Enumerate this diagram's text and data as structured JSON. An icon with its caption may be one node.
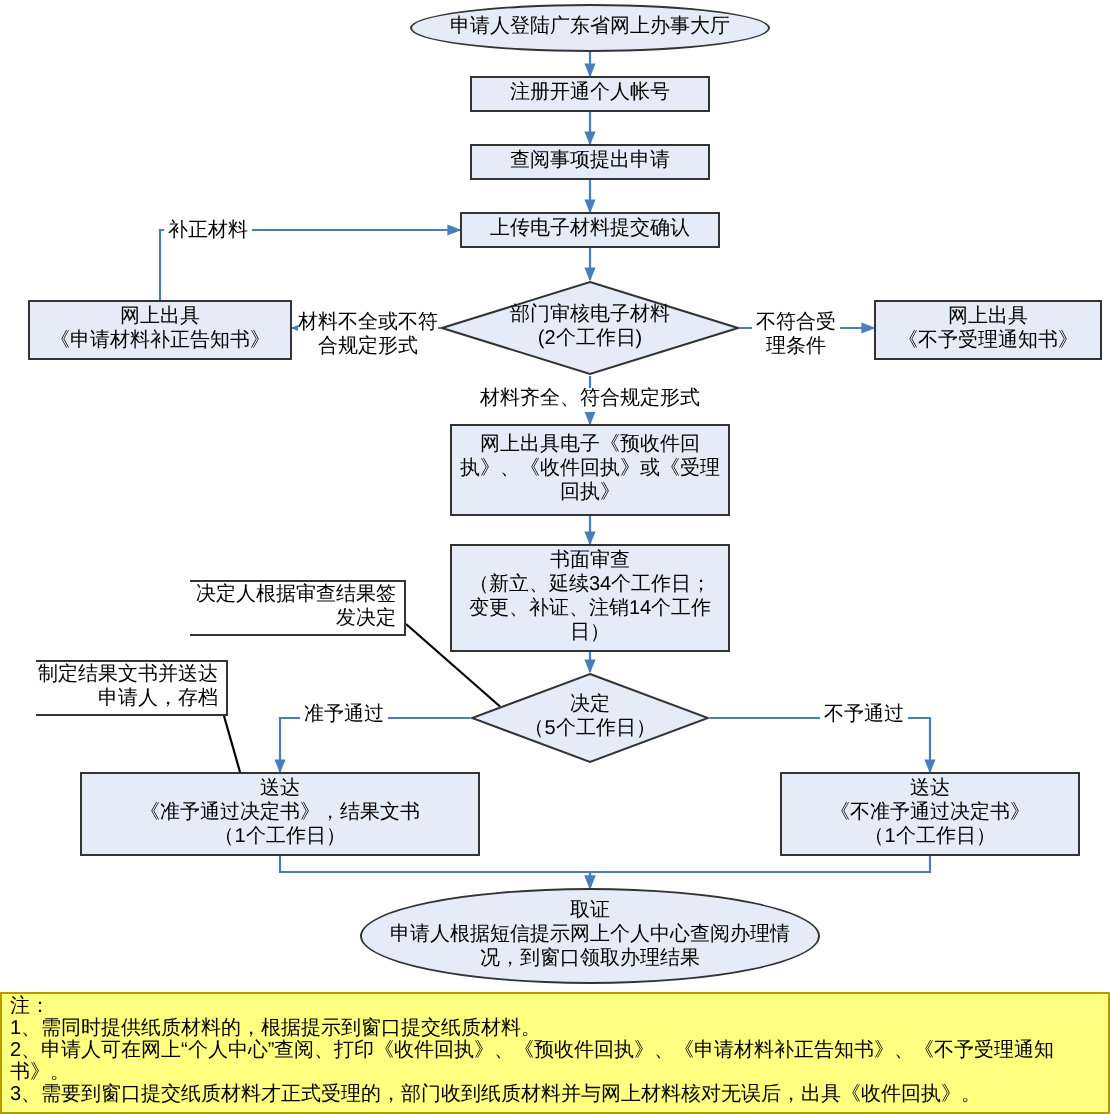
{
  "diagram": {
    "nodes": [
      {
        "text": [
          "申请人登陆广东省网上办事大厅"
        ]
      },
      {
        "text": [
          "注册开通个人帐号"
        ]
      },
      {
        "text": [
          "查阅事项提出申请"
        ]
      },
      {
        "text": [
          "上传电子材料提交确认"
        ]
      },
      {
        "text": [
          "部门审核电子材料",
          "(2个工作日)"
        ]
      },
      {
        "text": [
          "网上出具",
          "《申请材料补正告知书》"
        ]
      },
      {
        "text": [
          "网上出具",
          "《不予受理通知书》"
        ]
      },
      {
        "text": [
          "网上出具电子《预收件回执》、《收件回执》或《受理回执》"
        ]
      },
      {
        "text": [
          "书面审查",
          "（新立、延续34个工作日；变更、补证、注销14个工作日）"
        ]
      },
      {
        "text": [
          "决定",
          "（5个工作日）"
        ]
      },
      {
        "text": [
          "送达",
          "《准予通过决定书》，结果文书",
          "（1个工作日）"
        ]
      },
      {
        "text": [
          "送达",
          "《不准予通过决定书》",
          "（1个工作日）"
        ]
      },
      {
        "text": [
          "取证",
          "申请人根据短信提示网上个人中心查阅办理情况，到窗口领取办理结果"
        ]
      },
      {
        "text": [
          "决定人根据审查结果签发决定"
        ]
      },
      {
        "text": [
          "制定结果文书并送达申请人，存档"
        ]
      },
      {
        "text": [
          "注：",
          "1、需同时提供纸质材料的，根据提示到窗口提交纸质材料。",
          "2、申请人可在网上“个人中心”查阅、打印《收件回执》、《预收件回执》、《申请材料补正告知书》、《不予受理通知书》。",
          "3、需要到窗口提交纸质材料才正式受理的，部门收到纸质材料并与网上材料核对无误后，出具《收件回执》。"
        ]
      }
    ],
    "edges": [
      {
        "from": 0,
        "to": 1,
        "arrow": "to"
      },
      {
        "from": 1,
        "to": 2,
        "arrow": "to"
      },
      {
        "from": 2,
        "to": 3,
        "arrow": "to"
      },
      {
        "from": 3,
        "to": 4,
        "arrow": "to"
      },
      {
        "from": 4,
        "to": 5,
        "arrow": "to",
        "label": "材料不全或不符合规定形式"
      },
      {
        "from": 4,
        "to": 6,
        "arrow": "to",
        "label": "不符合受理条件"
      },
      {
        "from": 4,
        "to": 7,
        "arrow": "to",
        "label": "材料齐全、符合规定形式"
      },
      {
        "from": 5,
        "to": 3,
        "arrow": "to",
        "label": "补正材料"
      },
      {
        "from": 7,
        "to": 8,
        "arrow": "to"
      },
      {
        "from": 8,
        "to": 9,
        "arrow": "to"
      },
      {
        "from": 9,
        "to": 10,
        "arrow": "to",
        "label": "准予通过"
      },
      {
        "from": 9,
        "to": 11,
        "arrow": "to",
        "label": "不予通过"
      },
      {
        "from": 10,
        "to": 12,
        "arrow": "to"
      },
      {
        "from": 11,
        "to": 12,
        "arrow": "to"
      },
      {
        "from": 13,
        "to": 9,
        "arrow": "none",
        "color": "#000000"
      },
      {
        "from": 14,
        "to": 10,
        "arrow": "none",
        "color": "#000000"
      }
    ]
  }
}
